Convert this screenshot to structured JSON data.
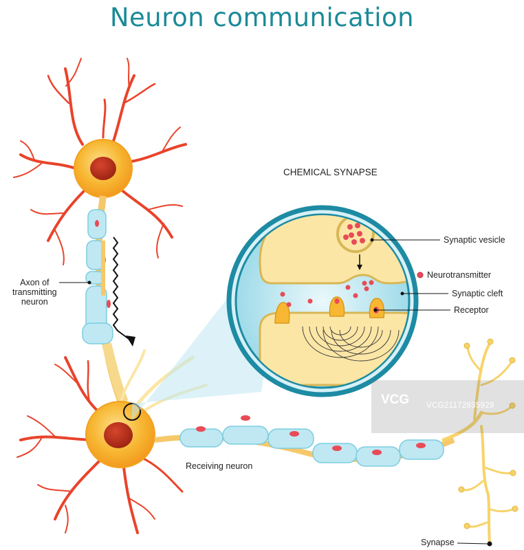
{
  "title": "Neuron communication",
  "inset_heading": "CHEMICAL SYNAPSE",
  "labels": {
    "axon_line1": "Axon of",
    "axon_line2": "transmitting",
    "axon_line3": "neuron",
    "synaptic_vesicle": "Synaptic vesicle",
    "neurotransmitter": "Neurotransmitter",
    "synaptic_cleft": "Synaptic cleft",
    "receptor": "Receptor",
    "receiving_neuron": "Receiving neuron",
    "synapse": "Synapse"
  },
  "watermark": {
    "logo": "VCG",
    "text": "VCG21172835929"
  },
  "colors": {
    "title": "#1b8a97",
    "cell_body": "#f7b733",
    "nucleus": "#c0301c",
    "dendrite": "#e9432b",
    "myelin": "#bfe8f3",
    "cytoplasm": "#fbe6a6",
    "neurotransmitter": "#e84b57",
    "inset_ring": "#1d8ba3"
  }
}
